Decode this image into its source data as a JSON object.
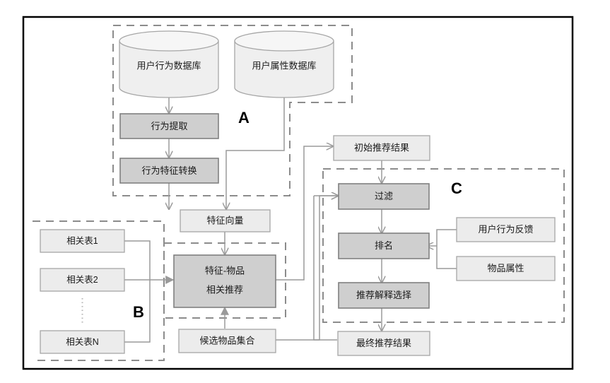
{
  "figure": {
    "title": "",
    "language": "zh-CN",
    "colors": {
      "box_light_fill": "#ececec",
      "box_dark_fill": "#cfcfcf",
      "box_stroke_light": "#a6a6a6",
      "box_stroke_dark": "#808080",
      "group_dash_stroke": "#8c8c8c",
      "arrow_stroke": "#9a9a9a",
      "frame_stroke": "#000000",
      "text": "#1a1a1a",
      "background": "#ffffff"
    }
  },
  "groups": [
    {
      "id": "A",
      "letter": "A"
    },
    {
      "id": "B",
      "letter": "B"
    },
    {
      "id": "C",
      "letter": "C"
    }
  ],
  "nodes": {
    "user_behavior_db": {
      "label": "用户行为数据库",
      "shape": "cylinder",
      "style": "light"
    },
    "user_profile_db": {
      "label": "用户属性数据库",
      "shape": "cylinder",
      "style": "light"
    },
    "behavior_extraction": {
      "label": "行为提取",
      "shape": "rect",
      "style": "dark"
    },
    "behavior_feature_transform": {
      "label": "行为特征转换",
      "shape": "rect",
      "style": "dark"
    },
    "feature_vector": {
      "label": "特征向量",
      "shape": "rect",
      "style": "light"
    },
    "related_table_1": {
      "label": "相关表1",
      "shape": "rect",
      "style": "light"
    },
    "related_table_2": {
      "label": "相关表2",
      "shape": "rect",
      "style": "light"
    },
    "related_table_n": {
      "label": "相关表N",
      "shape": "rect",
      "style": "light"
    },
    "feature_item_rec": {
      "label_line1": "特征-物品",
      "label_line2": "相关推荐",
      "shape": "rect",
      "style": "dark"
    },
    "candidate_item_set": {
      "label": "候选物品集合",
      "shape": "rect",
      "style": "light"
    },
    "initial_rec_result": {
      "label": "初始推荐结果",
      "shape": "rect",
      "style": "light"
    },
    "filter": {
      "label": "过滤",
      "shape": "rect",
      "style": "dark"
    },
    "ranking": {
      "label": "排名",
      "shape": "rect",
      "style": "dark"
    },
    "rec_explanation_select": {
      "label": "推荐解释选择",
      "shape": "rect",
      "style": "dark"
    },
    "final_rec_result": {
      "label": "最终推荐结果",
      "shape": "rect",
      "style": "light"
    },
    "user_behavior_feedback": {
      "label": "用户行为反馈",
      "shape": "rect",
      "style": "light"
    },
    "item_attributes": {
      "label": "物品属性",
      "shape": "rect",
      "style": "light"
    }
  },
  "ellipsis": {
    "symbol": "⋮",
    "between": [
      "related_table_2",
      "related_table_n"
    ]
  },
  "edges": [
    {
      "from": "user_behavior_db",
      "to": "behavior_extraction"
    },
    {
      "from": "behavior_extraction",
      "to": "behavior_feature_transform"
    },
    {
      "from": "behavior_feature_transform",
      "to": "feature_vector"
    },
    {
      "from": "user_profile_db",
      "to": "feature_vector"
    },
    {
      "from": "feature_vector",
      "to": "feature_item_rec"
    },
    {
      "from": "related_table_1",
      "to": "feature_item_rec"
    },
    {
      "from": "related_table_2",
      "to": "feature_item_rec"
    },
    {
      "from": "related_table_n",
      "to": "feature_item_rec"
    },
    {
      "from": "candidate_item_set",
      "to": "feature_item_rec"
    },
    {
      "from": "feature_item_rec",
      "to": "initial_rec_result"
    },
    {
      "from": "candidate_item_set",
      "to": "filter"
    },
    {
      "from": "initial_rec_result",
      "to": "filter"
    },
    {
      "from": "filter",
      "to": "ranking"
    },
    {
      "from": "user_behavior_feedback",
      "to": "ranking"
    },
    {
      "from": "item_attributes",
      "to": "ranking"
    },
    {
      "from": "ranking",
      "to": "rec_explanation_select"
    },
    {
      "from": "rec_explanation_select",
      "to": "final_rec_result"
    }
  ]
}
